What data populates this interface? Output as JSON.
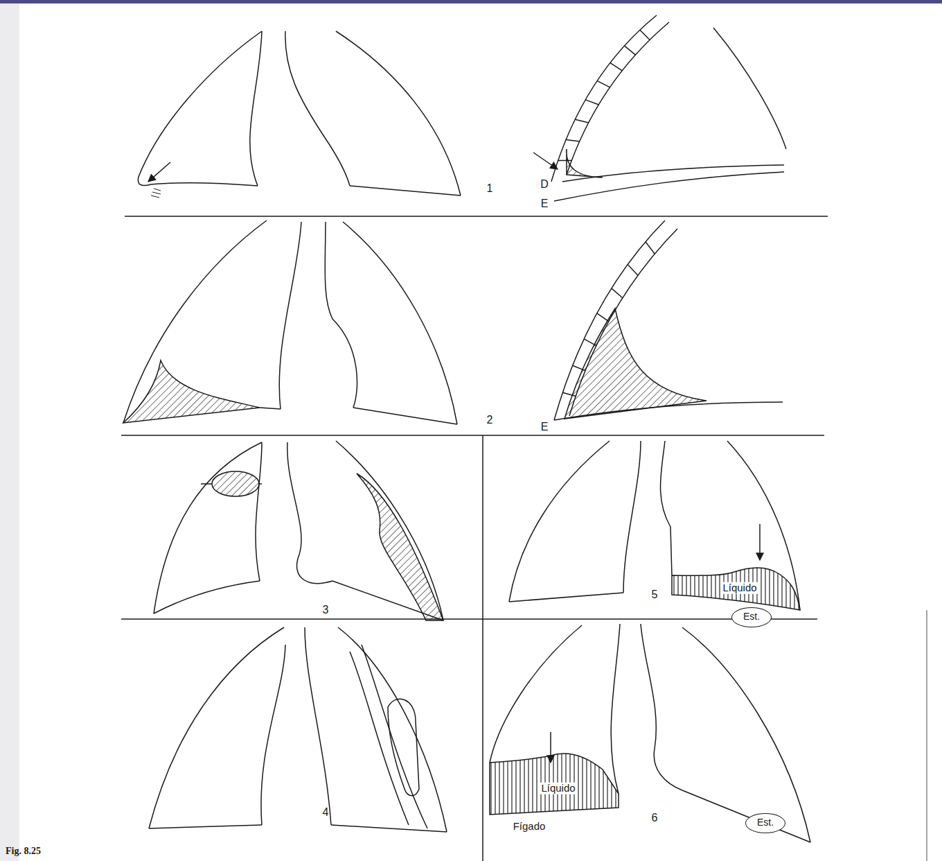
{
  "diagram": {
    "caption": "Fig. 8.25",
    "nodes": [
      {
        "text": [
          "Est."
        ]
      },
      {
        "text": [
          "Est."
        ]
      }
    ],
    "labels": [
      "1",
      "D",
      "E",
      "2",
      "E",
      "3",
      "5",
      "Líquido",
      "4",
      "6",
      "Líquido",
      "Fígado"
    ]
  }
}
